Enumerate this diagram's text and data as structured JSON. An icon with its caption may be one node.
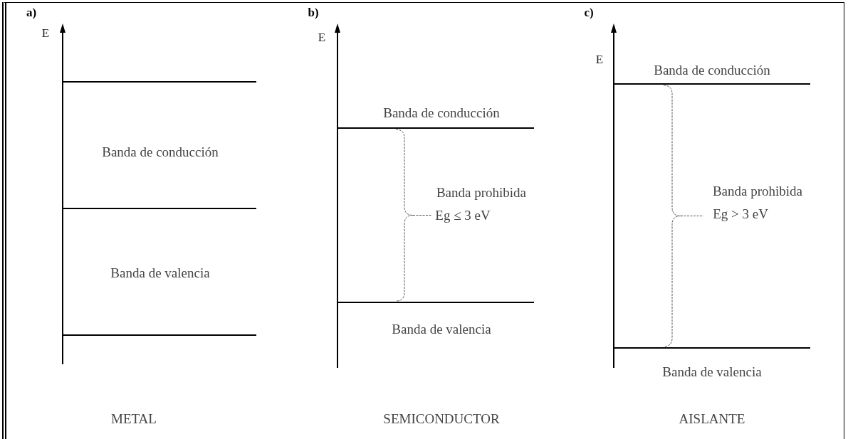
{
  "diagram": {
    "labels": [
      "a)",
      "E",
      "Banda de conducción",
      "Banda de valencia",
      "METAL",
      "b)",
      "E",
      "Banda de conducción",
      "Banda prohibida",
      "Eg ≤ 3 eV",
      "Banda de valencia",
      "SEMICONDUCTOR",
      "c)",
      "E",
      "Banda de conducción",
      "Banda prohibida",
      "Eg > 3 eV",
      "Banda de valencia",
      "AISLANTE"
    ]
  }
}
